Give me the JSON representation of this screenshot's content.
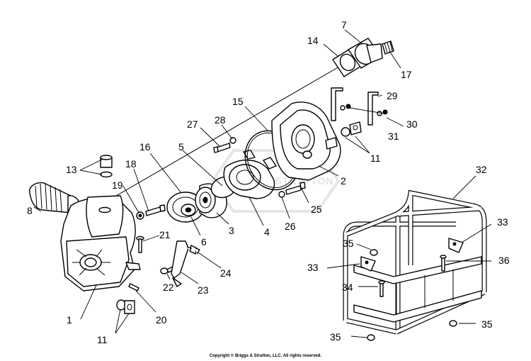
{
  "watermark": "BRIGGS & STRATTON",
  "copyright": "Copyright © Briggs & Stratton, LLC. All rights reserved.",
  "callouts": [
    {
      "id": "1",
      "text": "1"
    },
    {
      "id": "2",
      "text": "2"
    },
    {
      "id": "3",
      "text": "3"
    },
    {
      "id": "4",
      "text": "4"
    },
    {
      "id": "5",
      "text": "5"
    },
    {
      "id": "6",
      "text": "6"
    },
    {
      "id": "7",
      "text": "7"
    },
    {
      "id": "8",
      "text": "8"
    },
    {
      "id": "11a",
      "text": "11"
    },
    {
      "id": "11b",
      "text": "11"
    },
    {
      "id": "13",
      "text": "13"
    },
    {
      "id": "14",
      "text": "14"
    },
    {
      "id": "15",
      "text": "15"
    },
    {
      "id": "16",
      "text": "16"
    },
    {
      "id": "17",
      "text": "17"
    },
    {
      "id": "18",
      "text": "18"
    },
    {
      "id": "19",
      "text": "19"
    },
    {
      "id": "20",
      "text": "20"
    },
    {
      "id": "21",
      "text": "21"
    },
    {
      "id": "22",
      "text": "22"
    },
    {
      "id": "23",
      "text": "23"
    },
    {
      "id": "24",
      "text": "24"
    },
    {
      "id": "25",
      "text": "25"
    },
    {
      "id": "26",
      "text": "26"
    },
    {
      "id": "27",
      "text": "27"
    },
    {
      "id": "28",
      "text": "28"
    },
    {
      "id": "29",
      "text": "29"
    },
    {
      "id": "30",
      "text": "30"
    },
    {
      "id": "31",
      "text": "31"
    },
    {
      "id": "32",
      "text": "32"
    },
    {
      "id": "33a",
      "text": "33"
    },
    {
      "id": "33b",
      "text": "33"
    },
    {
      "id": "34",
      "text": "34"
    },
    {
      "id": "35a",
      "text": "35"
    },
    {
      "id": "35b",
      "text": "35"
    },
    {
      "id": "35c",
      "text": "35"
    },
    {
      "id": "36",
      "text": "36"
    }
  ]
}
